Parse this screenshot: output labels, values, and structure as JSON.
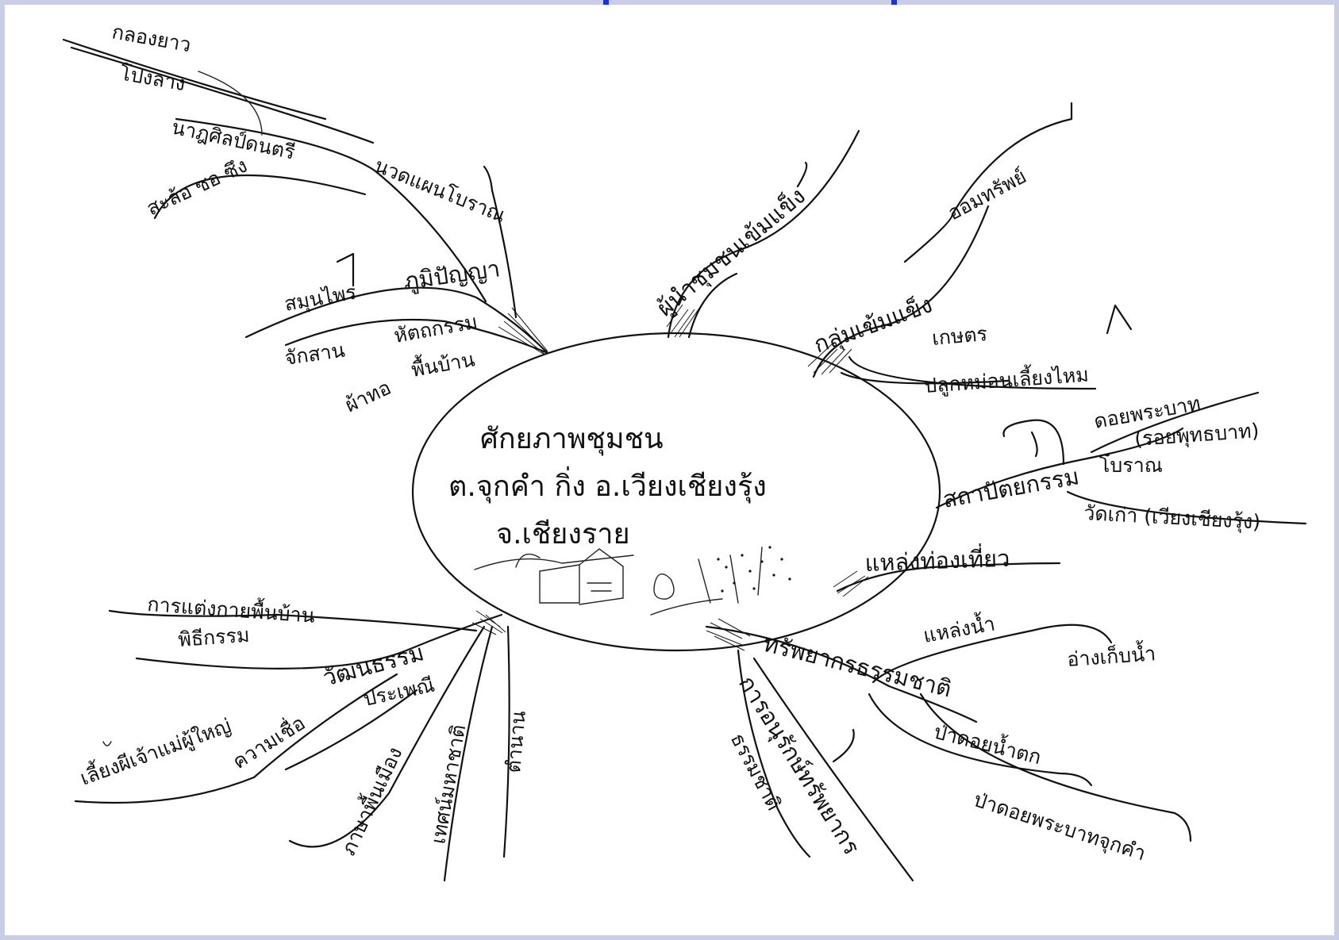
{
  "center": {
    "line1": "ศักยภาพชุมชน",
    "line2": "ต.จุกคำ กิ่ง อ.เวียงเชียงรุ้ง",
    "line3": "จ.เชียงราย"
  },
  "branches": [
    {
      "id": "wisdom",
      "label": "ภูมิปัญญา",
      "leaves": [
        "นวดแผนโบราณ",
        "นาฎศิลป์ดนตรี",
        "สะล้อ ซอ ซึง",
        "กลองยาว",
        "โปงลาง",
        "สมุนไพร",
        "หัตถกรรม",
        "จักสาน",
        "ผ้าทอ",
        "พื้นบ้าน"
      ]
    },
    {
      "id": "community-groups",
      "label": "ผู้นำชุมชนเข้มแข็ง",
      "leaves": []
    },
    {
      "id": "strong-groups",
      "label": "กลุ่มเข้มแข็ง",
      "leaves": [
        "ออมทรัพย์",
        "เกษตร",
        "ปลูกหม่อนเลี้ยงไหม"
      ]
    },
    {
      "id": "architecture",
      "label": "สถาปัตยกรรม",
      "leaves": [
        "ดอยพระบาท",
        "(รอยพุทธบาท)",
        "โบราณ",
        "วัดเก่า (เวียงเชียงรุ้ง)"
      ]
    },
    {
      "id": "tourism",
      "label": "แหล่งท่องเที่ยว",
      "leaves": []
    },
    {
      "id": "resources",
      "label": "ทรัพยากรธรรมชาติ",
      "leaves": [
        "แหล่งน้ำ",
        "อ่างเก็บน้ำ",
        "ป่าดอยน้ำตก",
        "ป่าดอยพระบาทจุกคำ"
      ]
    },
    {
      "id": "conservation",
      "label": "การอนุรักษ์ทรัพยากร",
      "leaves": [
        "ธรรมชาติ"
      ]
    },
    {
      "id": "culture",
      "label": "วัฒนธรรม",
      "leaves": [
        "การแต่งกายพื้นบ้าน",
        "พิธีกรรม",
        "ประเพณี",
        "เลี้ยงผีเจ้าแม่ผู้ใหญ่",
        "ความเชื่อ",
        "ภาษาพื้นเมือง",
        "เทศน์มหาชาติ",
        "ตำนาน"
      ]
    }
  ]
}
